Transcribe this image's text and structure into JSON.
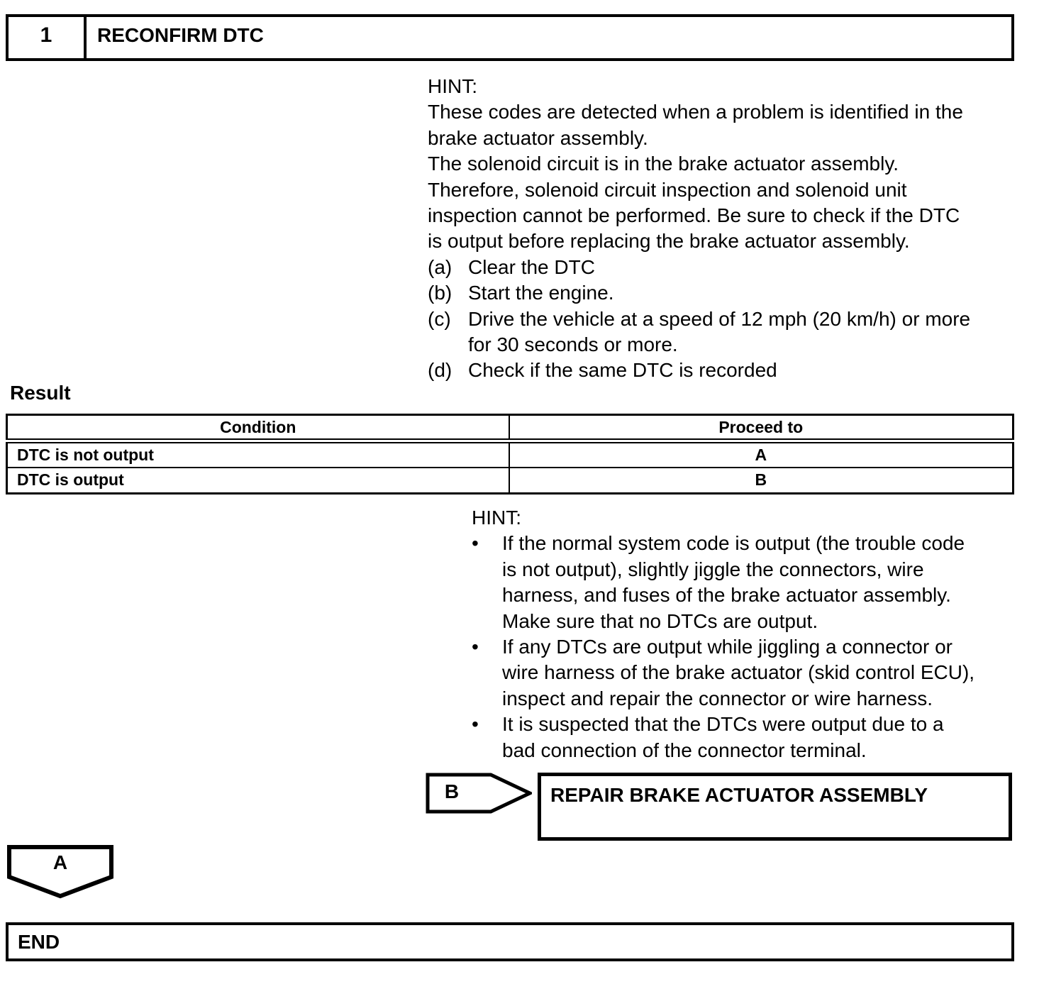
{
  "page": {
    "ink_color": "#000000",
    "background_color": "#ffffff"
  },
  "step_header": {
    "number": "1",
    "title": "RECONFIRM DTC"
  },
  "procedure": {
    "hint_label": "HINT:",
    "hint_lines": [
      "These codes are detected when a problem is identified in the",
      "brake actuator assembly.",
      "The solenoid circuit is in the brake actuator assembly.",
      "Therefore, solenoid circuit inspection and solenoid unit",
      "inspection cannot be performed. Be sure to check if the DTC",
      "is output before replacing the brake actuator assembly."
    ],
    "steps": [
      {
        "label": "(a)",
        "lines": [
          "Clear the DTC"
        ]
      },
      {
        "label": "(b)",
        "lines": [
          "Start the engine."
        ]
      },
      {
        "label": "(c)",
        "lines": [
          "Drive the vehicle at a speed of 12 mph (20 km/h) or more",
          "for 30 seconds or more."
        ]
      },
      {
        "label": "(d)",
        "lines": [
          "Check if the same DTC is recorded"
        ]
      }
    ]
  },
  "result": {
    "heading": "Result",
    "table": {
      "headers": [
        "Condition",
        "Proceed to"
      ],
      "rows": [
        {
          "condition": "DTC is not output",
          "proceed_to": "A"
        },
        {
          "condition": "DTC is output",
          "proceed_to": "B"
        }
      ]
    }
  },
  "hint2": {
    "label": "HINT:",
    "bullet_char": "•",
    "bullets": [
      {
        "lines": [
          "If the normal system code is output (the trouble code",
          "is not output), slightly jiggle the connectors, wire",
          "harness, and fuses of the brake actuator assembly.",
          "Make sure that no DTCs are output."
        ]
      },
      {
        "lines": [
          "If any DTCs are output while jiggling a connector or",
          "wire harness of the brake actuator (skid control ECU),",
          "inspect and repair the connector or wire harness."
        ]
      },
      {
        "lines": [
          "It is suspected that the DTCs were output due to a",
          "bad connection of the connector terminal."
        ]
      }
    ]
  },
  "branch_b": {
    "label": "B",
    "action": "REPAIR BRAKE ACTUATOR ASSEMBLY"
  },
  "branch_a": {
    "label": "A"
  },
  "end_box": {
    "label": "END"
  }
}
